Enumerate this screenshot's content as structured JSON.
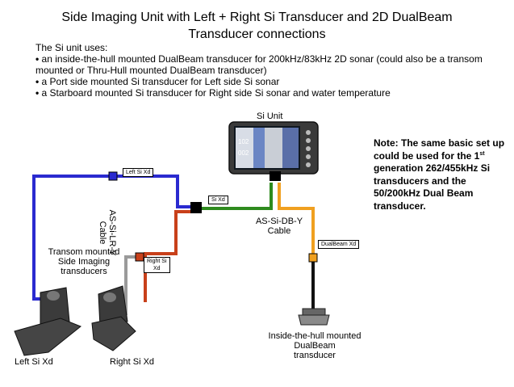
{
  "title": {
    "line1": "Side Imaging Unit with Left + Right Si Transducer and 2D DualBeam",
    "line2": "Transducer connections"
  },
  "intro": {
    "heading": "The Si unit uses:",
    "bullets": [
      "an inside-the-hull mounted DualBeam transducer for 200kHz/83kHz 2D sonar (could also be a transom mounted or Thru-Hull mounted DualBeam transducer)",
      "a Port side mounted Si transducer for Left side Si sonar",
      "a Starboard mounted Si transducer for Right side Si sonar and water temperature"
    ],
    "bullet_symbol": "•"
  },
  "note": {
    "part1": "Note: The same basic set up could be used for the 1",
    "sup": "st",
    "part2": " generation 262/455kHz Si transducers and the 50/200kHz Dual Beam transducer."
  },
  "labels": {
    "si_unit": "Si Unit",
    "left_si_xd_box": "Left Si Xd",
    "si_xd_box": "Si Xd",
    "right_si_xd_box_l1": "Right Si",
    "right_si_xd_box_l2": "Xd",
    "dualbeam_xd_box": "DualBeam Xd",
    "as_si_lr_y": "AS-Si-LR-Y",
    "cable": "Cable",
    "as_si_db_y": "AS-Si-DB-Y",
    "cable2": "Cable",
    "transom_l1": "Transom mounted",
    "transom_l2": "Side Imaging",
    "transom_l3": "transducers",
    "inside_l1": "Inside-the-hull mounted",
    "inside_l2": "DualBeam",
    "inside_l3": "transducer",
    "left_si_xd": "Left Si Xd",
    "right_si_xd": "Right Si Xd"
  },
  "screen": {
    "readout_1": "102",
    "readout_2": "002"
  },
  "colors": {
    "left_cable": "#2a2ad0",
    "right_cable": "#c8401a",
    "si_cable": "#2e8b1e",
    "dualbeam_cable": "#f0a020",
    "gray_cable": "#9a9a9a",
    "connector": "#000000"
  }
}
